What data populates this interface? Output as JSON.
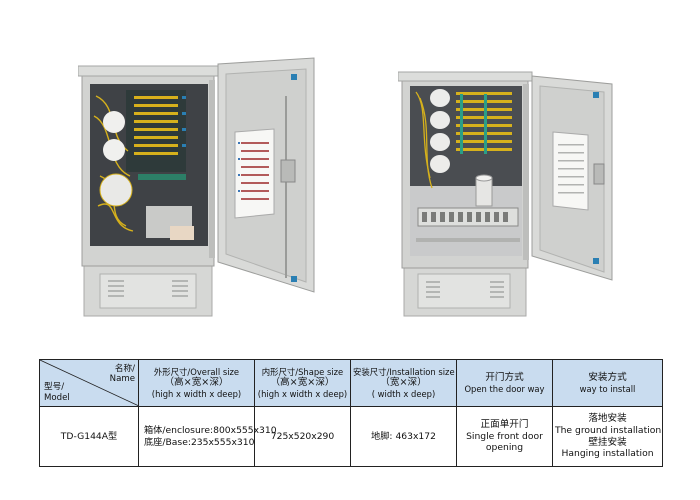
{
  "table": {
    "corner": {
      "name_zh": "名称/",
      "name_en": "Name",
      "model_zh": "型号/",
      "model_en": "Model"
    },
    "headers": [
      {
        "id": "overall",
        "lines": [
          "外形尺寸/Overall size",
          "（高×宽×深）",
          "(high x width x deep)"
        ]
      },
      {
        "id": "shape",
        "lines": [
          "内形尺寸/Shape size",
          "（高×宽×深）",
          "(high x width x deep)"
        ]
      },
      {
        "id": "install-size",
        "lines": [
          "安装尺寸/Installation size",
          "（宽×深）",
          "( width x deep)"
        ]
      },
      {
        "id": "door",
        "lines": [
          "开门方式",
          "Open the door way"
        ]
      },
      {
        "id": "way",
        "lines": [
          "安装方式",
          "way to install"
        ]
      }
    ],
    "row": {
      "model": "TD-G144A型",
      "overall": [
        "箱体/enclosure:800x555x310",
        "底座/Base:235x555x310"
      ],
      "shape": "725x520x290",
      "install_size": "地脚: 463x172",
      "door": [
        "正面单开门",
        "Single front door",
        "opening"
      ],
      "way": [
        "落地安装",
        "The ground installation",
        "壁挂安装",
        "Hanging installation"
      ]
    }
  }
}
